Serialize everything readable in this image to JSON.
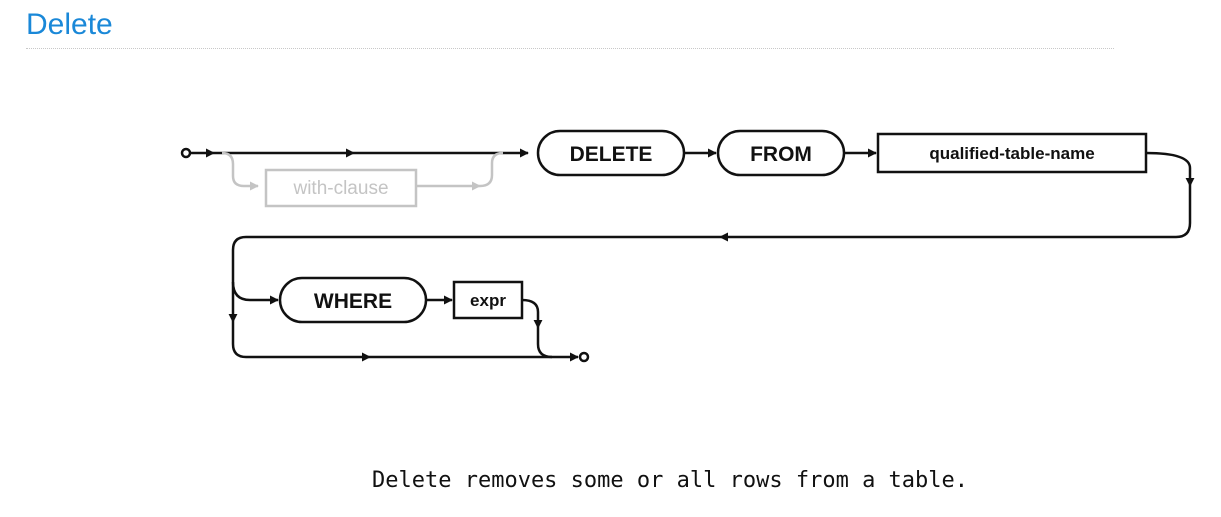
{
  "page": {
    "title": "Delete",
    "caption": "Delete removes some or all rows from a table."
  },
  "diagram": {
    "nodes": {
      "with_clause": "with-clause",
      "delete": "DELETE",
      "from": "FROM",
      "qualified_table_name": "qualified-table-name",
      "where": "WHERE",
      "expr": "expr"
    }
  },
  "colors": {
    "heading": "#1a88d8",
    "line": "#111111",
    "optional": "#c4c4c4"
  }
}
